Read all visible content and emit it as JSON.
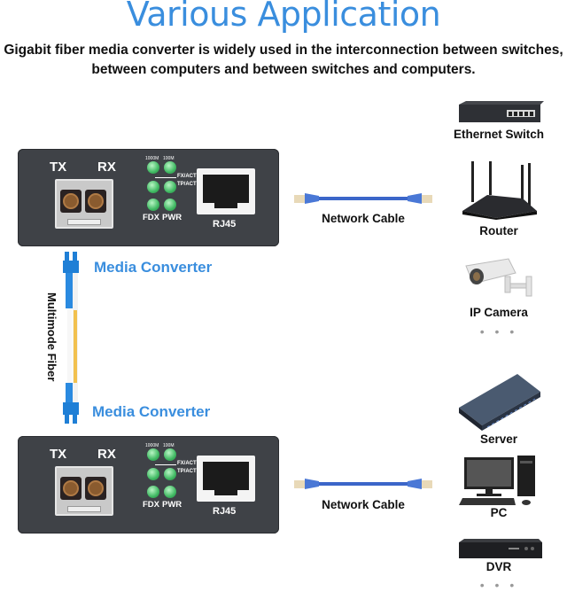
{
  "header": {
    "title": "Various Application",
    "subtitle_line1": "Gigabit fiber media converter is widely used in the interconnection between switches,",
    "subtitle_line2": "between computers and between switches and computers."
  },
  "converters": [
    {
      "label": "Media Converter",
      "tx": "TX",
      "rx": "RX",
      "led_labels": {
        "speed1000": "1000M",
        "speed100": "100M",
        "fx_act": "FX/ACT",
        "tp_act": "TP/ACT",
        "fdx": "FDX",
        "pwr": "PWR"
      },
      "rj45": "RJ45",
      "cable_label": "Network Cable"
    },
    {
      "label": "Media Converter",
      "tx": "TX",
      "rx": "RX",
      "led_labels": {
        "speed1000": "1000M",
        "speed100": "100M",
        "fx_act": "FX/ACT",
        "tp_act": "TP/ACT",
        "fdx": "FDX",
        "pwr": "PWR"
      },
      "rj45": "RJ45",
      "cable_label": "Network Cable"
    }
  ],
  "fiber": {
    "label": "Multimode Fiber"
  },
  "devices_top": [
    {
      "label": "Ethernet Switch",
      "icon": "ethernet-switch-icon"
    },
    {
      "label": "Router",
      "icon": "router-icon"
    },
    {
      "label": "IP Camera",
      "icon": "ip-camera-icon"
    }
  ],
  "devices_bottom": [
    {
      "label": "Server",
      "icon": "server-icon"
    },
    {
      "label": "PC",
      "icon": "pc-icon"
    },
    {
      "label": "DVR",
      "icon": "dvr-icon"
    }
  ],
  "more_indicator": "• • •",
  "colors": {
    "accent": "#3a8ede",
    "panel": "#3f4247",
    "led": "#3fb962",
    "cable": "#3b66c9",
    "fiber_connector": "#1f7fd6",
    "fiber_core": "#f2c14e"
  }
}
